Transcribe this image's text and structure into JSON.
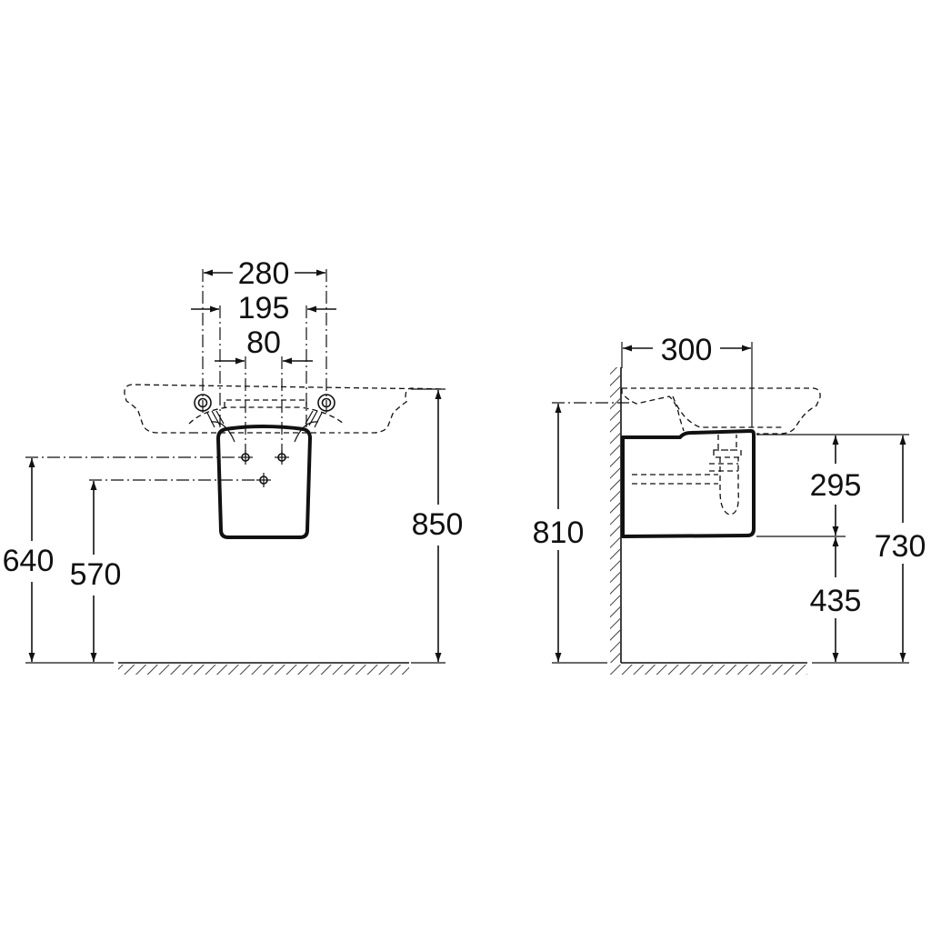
{
  "front_view": {
    "dimensions": {
      "tap_outer_spacing": "280",
      "fixing_spacing": "195",
      "inner_spacing": "80",
      "height_to_rim": "850",
      "upper_supply_height": "640",
      "lower_supply_height": "570"
    }
  },
  "side_view": {
    "dimensions": {
      "basin_depth": "300",
      "wall_height": "810",
      "pedestal_height": "295",
      "lower_height": "435",
      "overall_height": "730"
    }
  },
  "colors": {
    "line": "#111111",
    "background": "#ffffff"
  }
}
